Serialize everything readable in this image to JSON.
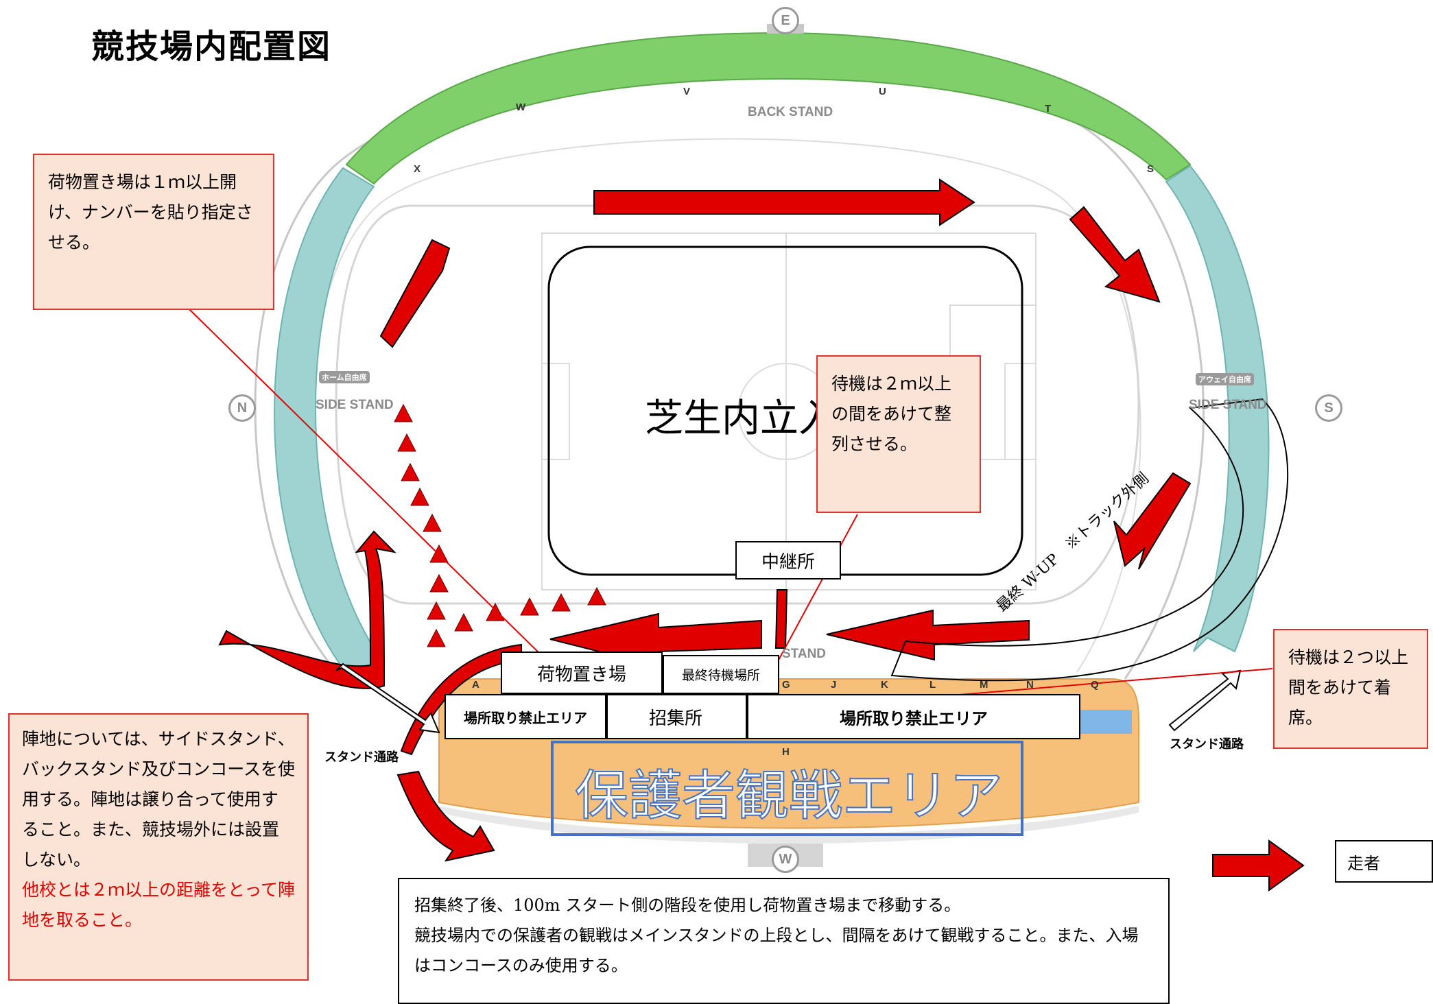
{
  "title": "競技場内配置図",
  "compass": {
    "north": "N",
    "south": "S",
    "east": "E",
    "west": "W"
  },
  "stands": {
    "back": "BACK STAND",
    "side_left": "SIDE STAND",
    "side_right": "SIDE STAND",
    "main": "STAND",
    "home_free": "ホーム自由席",
    "away_free": "アウェイ自由席"
  },
  "block_letters": {
    "back": [
      "X",
      "W",
      "V",
      "U",
      "T",
      "S"
    ],
    "main": [
      "A",
      "G",
      "J",
      "K",
      "L",
      "M",
      "N",
      "Q",
      "H"
    ]
  },
  "field_label": "芝生内立入",
  "notes": {
    "luggage_rule": "荷物置き場は１ｍ以上開け、ナンバーを貼り指定させる。",
    "wait_spacing": "待機は２ｍ以上の間をあけて整列させる。",
    "seat_spacing": "待機は２つ以上間をあけて着席。",
    "camp_rule": "陣地については、サイドスタンド、バックスタンド及びコンコースを使用する。陣地は譲り合って使用すること。また、競技場外には設置しない。",
    "camp_rule_red": "他校とは２ｍ以上の距離をとって陣地を取ること。"
  },
  "boxes": {
    "relay": "中継所",
    "luggage": "荷物置き場",
    "final_wait": "最終待機場所",
    "no_spot_left": "場所取り禁止エリア",
    "call_room": "招集所",
    "no_spot_right": "場所取り禁止エリア"
  },
  "stand_passage_left": "スタンド通路",
  "stand_passage_right": "スタンド通路",
  "route_label": "最終 W-UP　※トラック外側",
  "guardian_area": "保護者観戦エリア",
  "legend": {
    "label": "走者"
  },
  "info": {
    "line1": "招集終了後、100m スタート側の階段を使用し荷物置き場まで移動する。",
    "line2": "競技場内での保護者の観戦はメインスタンドの上段とし、間隔をあけて観戦すること。また、入場はコンコースのみ使用する。"
  },
  "colors": {
    "back_stand": "#7fcf6a",
    "side_stand": "#9fd3d1",
    "main_stand": "#f7c07a",
    "arrow": "#e00000",
    "note_bg": "#fbe3d6",
    "guardian_box": "#4472c4"
  }
}
